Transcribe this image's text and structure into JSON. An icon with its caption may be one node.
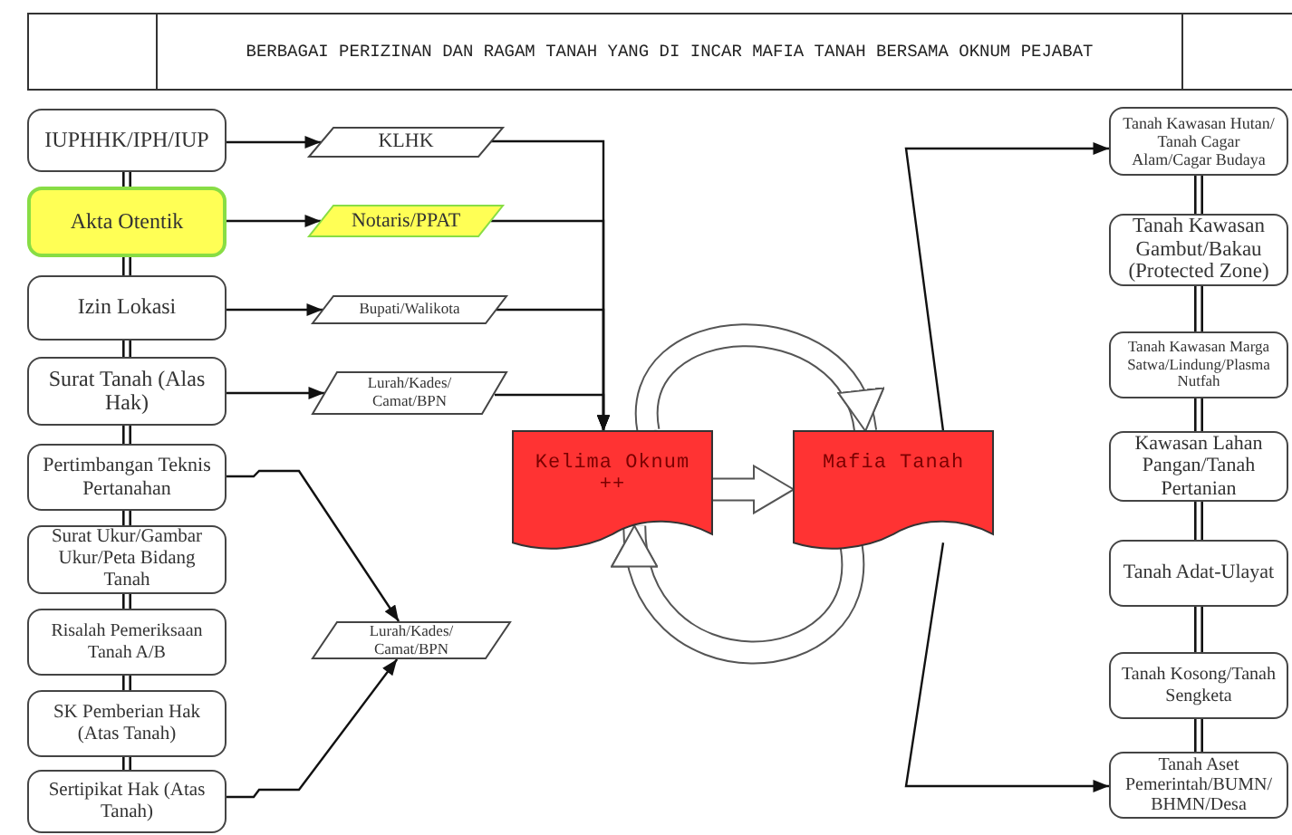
{
  "diagram": {
    "title": "BERBAGAI PERIZINAN DAN RAGAM TANAH YANG DI INCAR MAFIA TANAH BERSAMA OKNUM PEJABAT",
    "nodes": [
      {
        "text": [
          "IUPHHK/IPH/IUP"
        ]
      },
      {
        "text": [
          "Akta Otentik"
        ]
      },
      {
        "text": [
          "Izin Lokasi"
        ]
      },
      {
        "text": [
          "Surat Tanah (Alas Hak)"
        ]
      },
      {
        "text": [
          "Pertimbangan Teknis Pertanahan"
        ]
      },
      {
        "text": [
          "Surat Ukur/Gambar Ukur/Peta Bidang Tanah"
        ]
      },
      {
        "text": [
          "Risalah Pemeriksaan Tanah A/B"
        ]
      },
      {
        "text": [
          "SK Pemberian Hak (Atas Tanah)"
        ]
      },
      {
        "text": [
          "Sertipikat Hak (Atas Tanah)"
        ]
      },
      {
        "text": [
          "KLHK"
        ]
      },
      {
        "text": [
          "Notaris/PPAT"
        ]
      },
      {
        "text": [
          "Bupati/Walikota"
        ]
      },
      {
        "text": [
          "Lurah/Kades/ Camat/BPN"
        ]
      },
      {
        "text": [
          "Lurah/Kades/ Camat/BPN"
        ]
      },
      {
        "text": [
          "Kelima Oknum ++"
        ]
      },
      {
        "text": [
          "Mafia Tanah"
        ]
      },
      {
        "text": [
          "Tanah Kawasan Hutan/ Tanah Cagar Alam/Cagar Budaya"
        ]
      },
      {
        "text": [
          "Tanah Kawasan Gambut/Bakau (Protected Zone)"
        ]
      },
      {
        "text": [
          "Tanah Kawasan Marga Satwa/Lindung/Plasma Nutfah"
        ]
      },
      {
        "text": [
          "Kawasan Lahan Pangan/Tanah Pertanian"
        ]
      },
      {
        "text": [
          "Tanah Adat-Ulayat"
        ]
      },
      {
        "text": [
          "Tanah Kosong/Tanah Sengketa"
        ]
      },
      {
        "text": [
          "Tanah Aset Pemerintah/BUMN/ BHMN/Desa"
        ]
      }
    ],
    "edges": [
      {
        "from": 0,
        "to": 1,
        "arrow": "none"
      },
      {
        "from": 1,
        "to": 2,
        "arrow": "none"
      },
      {
        "from": 2,
        "to": 3,
        "arrow": "none"
      },
      {
        "from": 3,
        "to": 4,
        "arrow": "none"
      },
      {
        "from": 4,
        "to": 5,
        "arrow": "none"
      },
      {
        "from": 5,
        "to": 6,
        "arrow": "none"
      },
      {
        "from": 6,
        "to": 7,
        "arrow": "none"
      },
      {
        "from": 7,
        "to": 8,
        "arrow": "none"
      },
      {
        "from": 16,
        "to": 17,
        "arrow": "none"
      },
      {
        "from": 17,
        "to": 18,
        "arrow": "none"
      },
      {
        "from": 18,
        "to": 19,
        "arrow": "none"
      },
      {
        "from": 19,
        "to": 20,
        "arrow": "none"
      },
      {
        "from": 20,
        "to": 21,
        "arrow": "none"
      },
      {
        "from": 21,
        "to": 22,
        "arrow": "none"
      },
      {
        "from": 0,
        "to": 9,
        "arrow": "to"
      },
      {
        "from": 1,
        "to": 10,
        "arrow": "to"
      },
      {
        "from": 2,
        "to": 11,
        "arrow": "to"
      },
      {
        "from": 3,
        "to": 12,
        "arrow": "to"
      },
      {
        "from": 4,
        "to": 13,
        "arrow": "to"
      },
      {
        "from": 8,
        "to": 13,
        "arrow": "to"
      },
      {
        "from": 9,
        "to": 14,
        "arrow": "to"
      },
      {
        "from": 10,
        "to": 14,
        "arrow": "to"
      },
      {
        "from": 11,
        "to": 14,
        "arrow": "to"
      },
      {
        "from": 12,
        "to": 14,
        "arrow": "to"
      },
      {
        "from": 14,
        "to": 15,
        "arrow": "to",
        "style": "thick"
      },
      {
        "from": 14,
        "to": 15,
        "arrow": "to",
        "style": "thick"
      },
      {
        "from": 15,
        "to": 14,
        "arrow": "to",
        "style": "thick"
      },
      {
        "from": 15,
        "to": 16,
        "arrow": "to"
      },
      {
        "from": 15,
        "to": 22,
        "arrow": "to"
      }
    ]
  }
}
